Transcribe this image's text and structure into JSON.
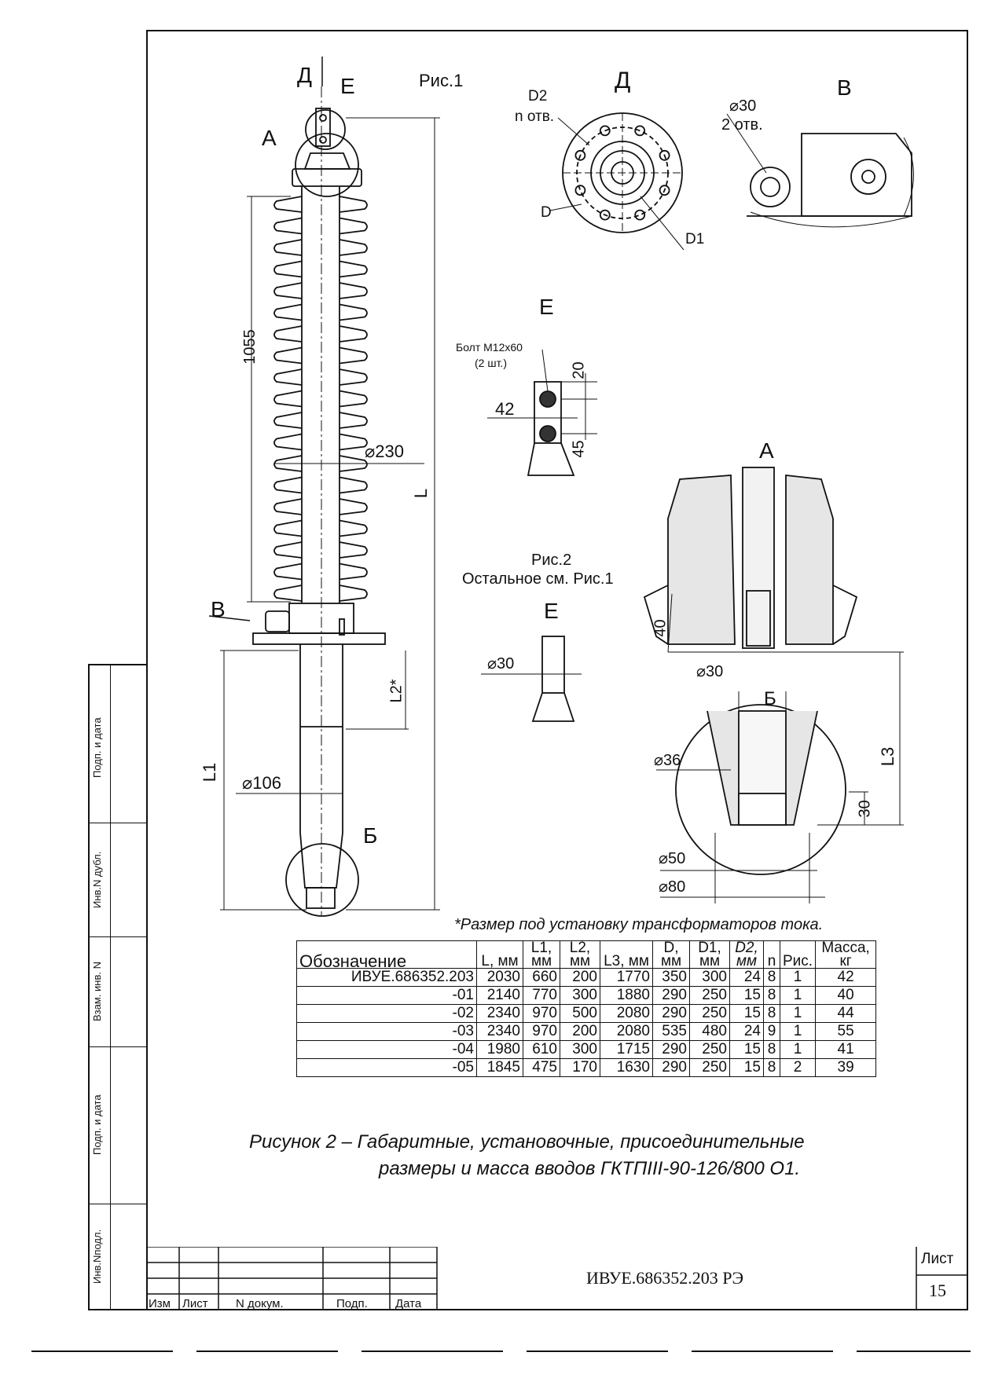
{
  "drawing": {
    "fig1_label": "Рис.1",
    "fig2_label": "Рис.2",
    "fig2_note": "Остальное см. Рис.1",
    "view_D": "Д",
    "view_E": "Е",
    "view_A": "А",
    "view_B": "В",
    "view_Bsec": "Б",
    "dim_1055": "1055",
    "dim_L": "L",
    "dim_L1": "L1",
    "dim_L2": "L2*",
    "dim_L3": "L3",
    "dim_d230": "⌀230",
    "dim_d106": "⌀106",
    "dim_d30a": "⌀30",
    "dim_d30b": "⌀30",
    "dim_d30c": "⌀30",
    "dim_d36": "⌀36",
    "dim_d50": "⌀50",
    "dim_d80": "⌀80",
    "dim_40": "40",
    "dim_30": "30",
    "dim_20": "20",
    "dim_42": "42",
    "dim_45": "45",
    "label_D2": "D2",
    "label_n_holes": "n отв.",
    "label_D": "D",
    "label_D1": "D1",
    "label_2holes": "2 отв.",
    "bolt_label": "Болт М12х60",
    "bolt_qty": "(2 шт.)",
    "footnote": "*Размер под установку трансформаторов тока."
  },
  "table": {
    "headers": [
      "Обозначение",
      "L, мм",
      "L1, мм",
      "L2, мм",
      "L3, мм",
      "D, мм",
      "D1, мм",
      "D2, мм",
      "n",
      "Рис.",
      "Масса, кг"
    ],
    "rows": [
      [
        "ИВУЕ.686352.203",
        "2030",
        "660",
        "200",
        "1770",
        "350",
        "300",
        "24",
        "8",
        "1",
        "42"
      ],
      [
        "-01",
        "2140",
        "770",
        "300",
        "1880",
        "290",
        "250",
        "15",
        "8",
        "1",
        "40"
      ],
      [
        "-02",
        "2340",
        "970",
        "500",
        "2080",
        "290",
        "250",
        "15",
        "8",
        "1",
        "44"
      ],
      [
        "-03",
        "2340",
        "970",
        "200",
        "2080",
        "535",
        "480",
        "24",
        "9",
        "1",
        "55"
      ],
      [
        "-04",
        "1980",
        "610",
        "300",
        "1715",
        "290",
        "250",
        "15",
        "8",
        "1",
        "41"
      ],
      [
        "-05",
        "1845",
        "475",
        "170",
        "1630",
        "290",
        "250",
        "15",
        "8",
        "2",
        "39"
      ]
    ]
  },
  "caption": {
    "line1": "Рисунок 2 – Габаритные, установочные, присоединительные",
    "line2": "размеры и масса вводов ГКТПIII-90-126/800 О1."
  },
  "side_labels": [
    "Подп. и дата",
    "Инв.N дубл.",
    "Взам. инв. N",
    "Подп. и дата",
    "Инв.Nподл."
  ],
  "stamp": {
    "cols": [
      "Изм",
      "Лист",
      "N докум.",
      "Подп.",
      "Дата"
    ],
    "doc_code": "ИВУЕ.686352.203 РЭ",
    "sheet_label": "Лист",
    "sheet_number": "15"
  }
}
